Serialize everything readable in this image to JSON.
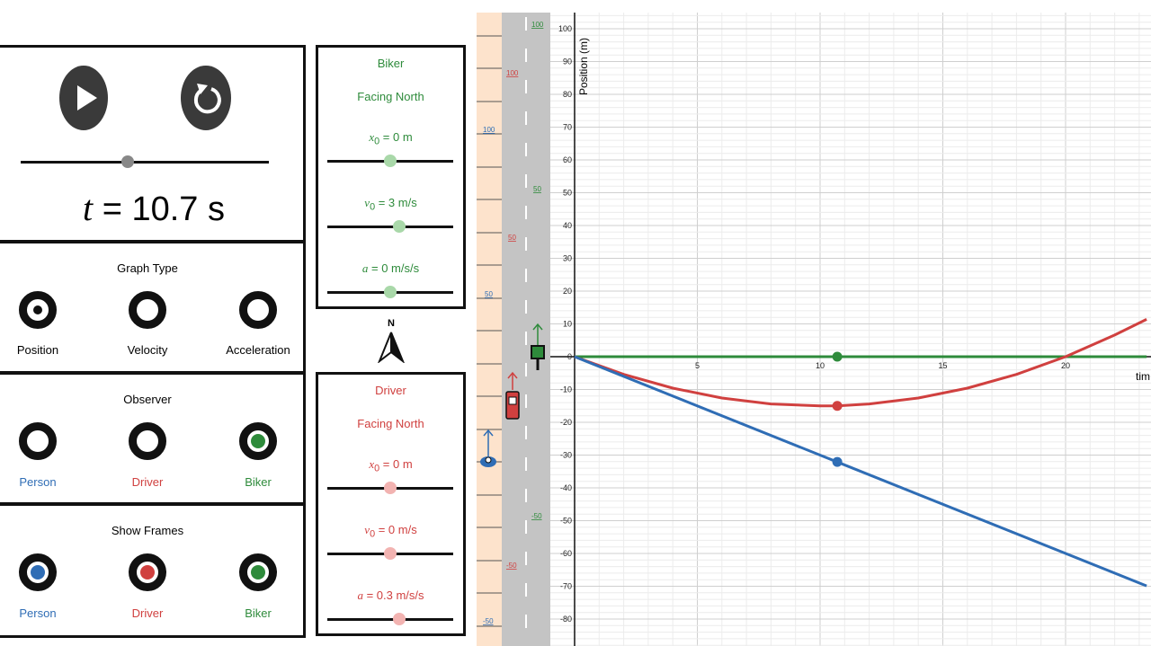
{
  "controls": {
    "play_icon": "play-icon",
    "reset_icon": "reset-icon",
    "time_var": "t",
    "time_value": "= 10.7 s",
    "time_fraction": 0.43
  },
  "graph_type": {
    "title": "Graph Type",
    "options": [
      {
        "label": "Position",
        "selected": true
      },
      {
        "label": "Velocity",
        "selected": false
      },
      {
        "label": "Acceleration",
        "selected": false
      }
    ]
  },
  "observer": {
    "title": "Observer",
    "options": [
      {
        "label": "Person",
        "color": "#2f6db5",
        "selected": false
      },
      {
        "label": "Driver",
        "color": "#d0403f",
        "selected": false
      },
      {
        "label": "Biker",
        "color": "#2e8b3b",
        "selected": true
      }
    ]
  },
  "show_frames": {
    "title": "Show Frames",
    "options": [
      {
        "label": "Person",
        "color": "#2f6db5",
        "selected": true
      },
      {
        "label": "Driver",
        "color": "#d0403f",
        "selected": true
      },
      {
        "label": "Biker",
        "color": "#2e8b3b",
        "selected": true
      }
    ]
  },
  "biker": {
    "title": "Biker",
    "facing": "Facing North",
    "x0": {
      "sym": "x",
      "sub": "0",
      "text": "= 0 m",
      "fraction": 0.5
    },
    "v0": {
      "sym": "v",
      "sub": "0",
      "text": "= 3 m/s",
      "fraction": 0.57
    },
    "a": {
      "sym": "a",
      "sub": "",
      "text": "= 0 m/s/s",
      "fraction": 0.5
    },
    "color": "#2e8b3b"
  },
  "driver": {
    "title": "Driver",
    "facing": "Facing North",
    "x0": {
      "sym": "x",
      "sub": "0",
      "text": "= 0 m",
      "fraction": 0.5
    },
    "v0": {
      "sym": "v",
      "sub": "0",
      "text": "= 0 m/s",
      "fraction": 0.5
    },
    "a": {
      "sym": "a",
      "sub": "",
      "text": "= 0.3 m/s/s",
      "fraction": 0.57
    },
    "color": "#d0403f"
  },
  "compass": {
    "label": "N"
  },
  "road": {
    "person_ticks": [
      "100",
      "50",
      "-50"
    ],
    "driver_ticks": [
      "100",
      "50",
      "-50"
    ],
    "biker_ticks": [
      "100",
      "50",
      "-50"
    ]
  },
  "chart_data": {
    "type": "line",
    "ylabel": "Position (m)",
    "xlabel": "tim",
    "xticks": [
      5,
      10,
      15,
      20
    ],
    "yticks": [
      100,
      90,
      80,
      70,
      60,
      50,
      40,
      30,
      20,
      10,
      0,
      -10,
      -20,
      -30,
      -40,
      -50,
      -60,
      -70,
      -80
    ],
    "xlim": [
      0,
      23.3
    ],
    "ylim": [
      -88,
      104
    ],
    "grid": true,
    "current_t": 10.7,
    "series": [
      {
        "color": "#2e8b3b",
        "x": [
          0,
          23.3
        ],
        "y": [
          0,
          0
        ]
      },
      {
        "color": "#d0403f",
        "x": [
          0,
          2,
          4,
          6,
          8,
          10,
          10.7,
          12,
          14,
          16,
          18,
          20,
          22,
          23.3
        ],
        "y": [
          0,
          -5.4,
          -9.6,
          -12.6,
          -14.4,
          -15,
          -15,
          -14.4,
          -12.6,
          -9.6,
          -5.4,
          0,
          6.6,
          11.4
        ]
      },
      {
        "color": "#2f6db5",
        "x": [
          0,
          10.7,
          23.3
        ],
        "y": [
          0,
          -32.1,
          -69.9
        ]
      }
    ]
  }
}
